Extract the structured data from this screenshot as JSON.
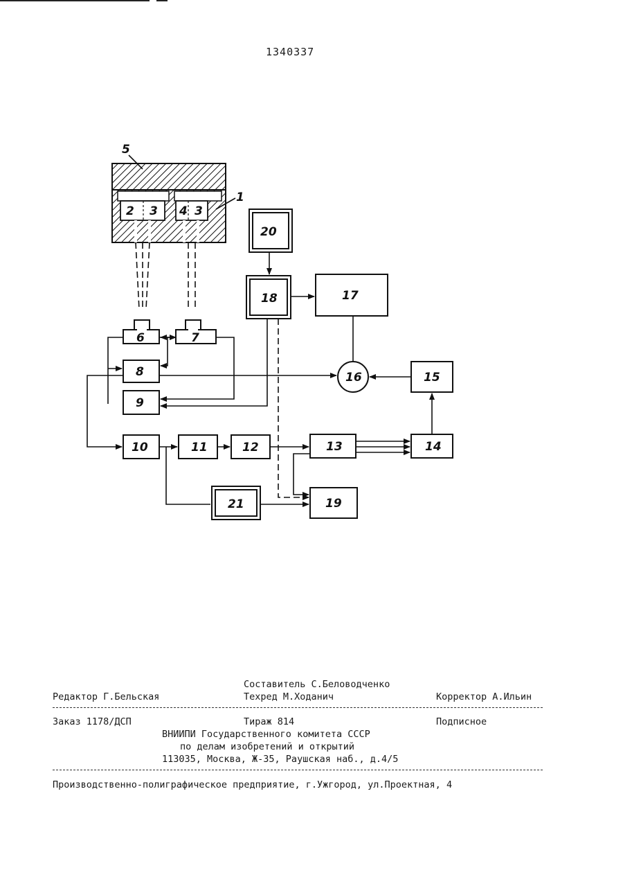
{
  "header": {
    "patent_number": "1340337"
  },
  "diagram": {
    "labels": {
      "b1": "1",
      "b2": "2",
      "b3a": "3",
      "b4": "4",
      "b3b": "3",
      "b5": "5",
      "b6": "6",
      "b7": "7",
      "b8": "8",
      "b9": "9",
      "b10": "10",
      "b11": "11",
      "b12": "12",
      "b13": "13",
      "b14": "14",
      "b15": "15",
      "b16": "16",
      "b17": "17",
      "b18": "18",
      "b19": "19",
      "b20": "20",
      "b21": "21"
    }
  },
  "imprint": {
    "compiler": "Составитель С.Беловодченко",
    "editor": "Редактор Г.Бельская",
    "techred": "Техред М.Ходанич",
    "corrector": "Корректор А.Ильин",
    "order": "Заказ 1178/ДСП",
    "circulation": "Тираж 814",
    "subscription": "Подписное",
    "org_line1": "ВНИИПИ Государственного комитета СССР",
    "org_line2": "по делам изобретений и открытий",
    "org_line3": "113035, Москва, Ж-35, Раушская наб., д.4/5",
    "printer": "Производственно-полиграфическое предприятие, г.Ужгород, ул.Проектная, 4"
  }
}
